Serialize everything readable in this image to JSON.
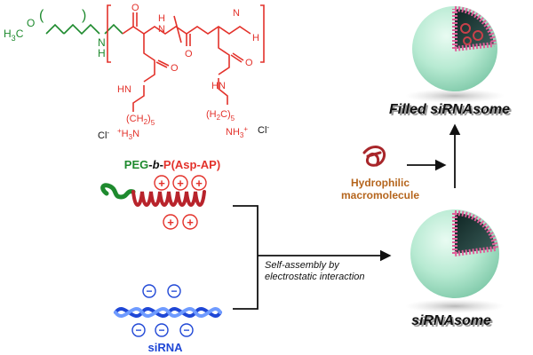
{
  "structure": {
    "peg_prefix": "H",
    "peg_sub1": "3",
    "peg_c": "C",
    "peg_o": "O",
    "peg_n": "N",
    "peg_h": "H",
    "n_top": "N",
    "h_top": "H",
    "n_sub": "N",
    "h_right": "H",
    "hn_left": "HN",
    "hn_right": "HN",
    "ch2_5_left": "(CH",
    "ch2_5_left_sub": "2",
    "ch2_5_left_close": ")",
    "ch2_5_left_n": "5",
    "h2c_5_right_open": "(H",
    "h2c_5_right_sub": "2",
    "h2c_5_right_c": "C)",
    "h2c_5_right_n": "5",
    "cl_left": "Cl",
    "plus_h3n": "+",
    "h3n_left": "H",
    "h3n_left_sub": "3",
    "h3n_left_n": "N",
    "nh3_right": "NH",
    "nh3_right_sub": "3",
    "nh3_right_plus": "+",
    "cl_right": "Cl",
    "minus": "-",
    "o1": "O",
    "o2": "O",
    "o3": "O",
    "o4": "O"
  },
  "labels": {
    "polymer_peg": "PEG",
    "polymer_dash1": "-",
    "polymer_b": "b",
    "polymer_dash2": "-",
    "polymer_p": "P(Asp-AP)",
    "sirna": "siRNA",
    "self_assembly_line1": "Self-assembly by",
    "self_assembly_line2": "electrostatic interaction",
    "hydrophilic_line1": "Hydrophilic",
    "hydrophilic_line2": "macromolecule",
    "filled_sirnasome": "Filled siRNAsome",
    "sirnasome": "siRNAsome",
    "plus": "+",
    "minus": "−"
  },
  "colors": {
    "peg_green": "#1e8a2e",
    "polymer_red": "#e3322b",
    "sirna_blue": "#1f47d6",
    "hydrophilic_brown": "#b5651d",
    "vesicle_fill": "#b7ead2",
    "membrane_pink": "#e0609a",
    "interior_dark": "#1f3a38"
  }
}
